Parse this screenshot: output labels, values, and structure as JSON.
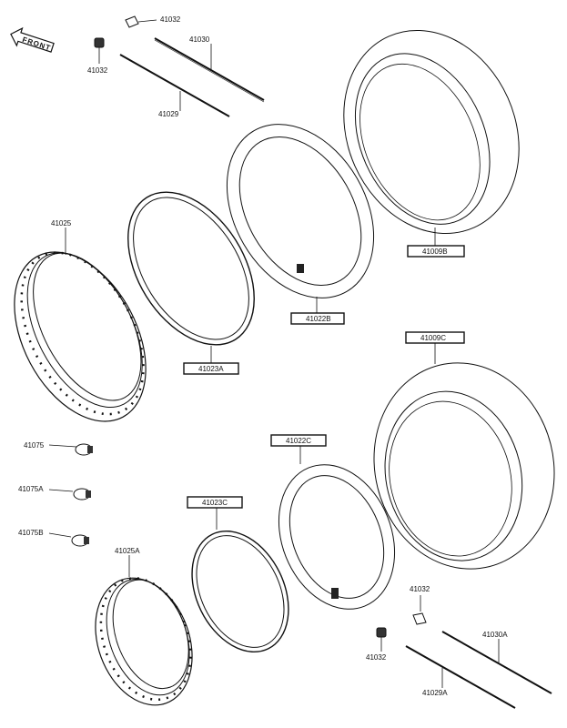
{
  "front_badge": {
    "text": "FRONT"
  },
  "labels": {
    "p41032_a": "41032",
    "p41032_b": "41032",
    "p41030": "41030",
    "p41029": "41029",
    "p41025": "41025",
    "p41023A": "41023A",
    "p41022B": "41022B",
    "p41009B": "41009B",
    "p41009C": "41009C",
    "p41022C": "41022C",
    "p41023C": "41023C",
    "p41025A": "41025A",
    "p41075": "41075",
    "p41075A": "41075A",
    "p41075B": "41075B",
    "p41032_c": "41032",
    "p41032_d": "41032",
    "p41030A": "41030A",
    "p41029A": "41029A"
  }
}
